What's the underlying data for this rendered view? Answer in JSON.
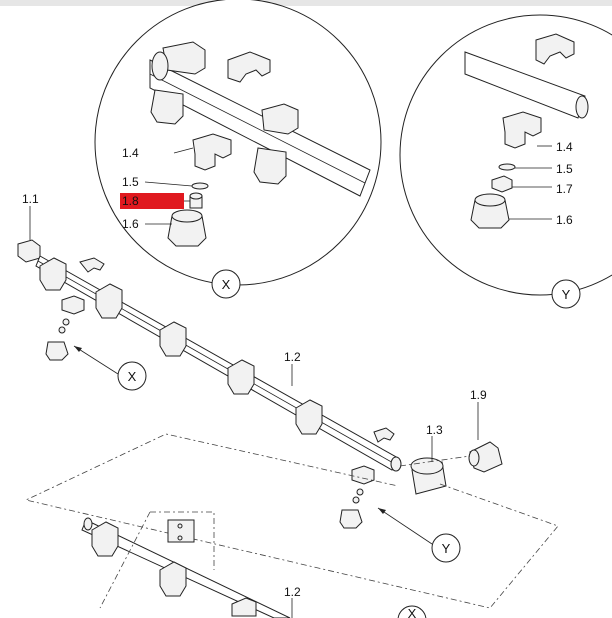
{
  "colors": {
    "highlight": "#e0191f",
    "line": "#222222",
    "background": "#ffffff",
    "topbar": "#e6e6e6"
  },
  "labels": {
    "l_1_1": "1.1",
    "l_1_2_main": "1.2",
    "l_1_2_lower": "1.2",
    "l_1_3": "1.3",
    "l_1_9": "1.9",
    "x_1_4": "1.4",
    "x_1_5": "1.5",
    "x_1_8": "1.8",
    "x_1_6": "1.6",
    "y_1_4": "1.4",
    "y_1_5": "1.5",
    "y_1_7": "1.7",
    "y_1_6": "1.6"
  },
  "callouts": {
    "x_detail": "X",
    "y_detail": "Y",
    "x_main": "X",
    "y_main": "Y",
    "x_lower": "X"
  },
  "highlighted_label": "1.8"
}
